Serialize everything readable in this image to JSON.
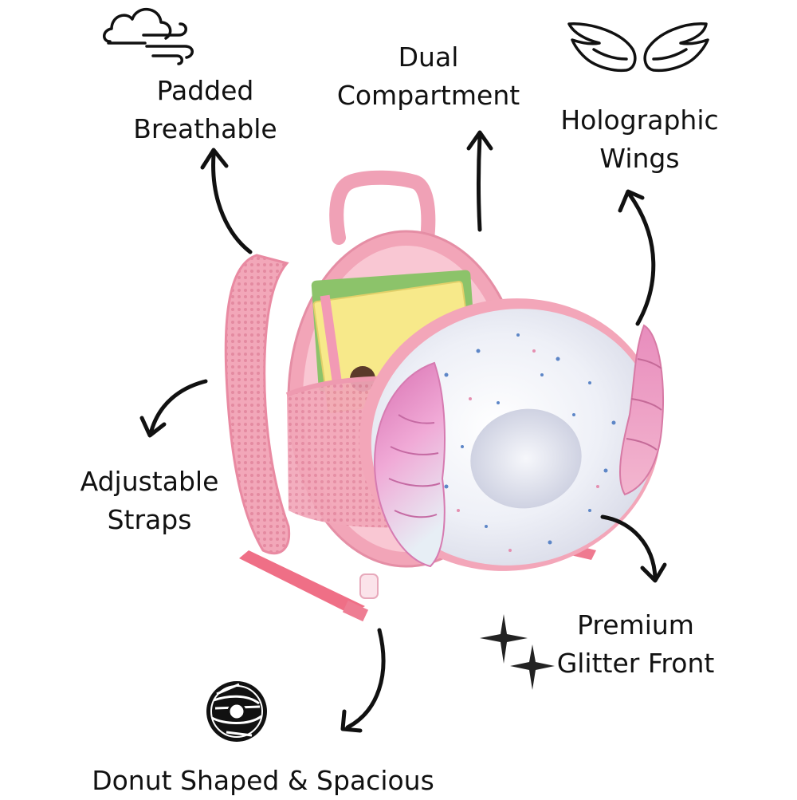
{
  "features": {
    "padded": {
      "line1": "Padded",
      "line2": "Breathable",
      "icon": "cloud-wind-icon"
    },
    "dual": {
      "line1": "Dual",
      "line2": "Compartment"
    },
    "wings": {
      "line1": "Holographic",
      "line2": "Wings",
      "icon": "wings-icon"
    },
    "straps": {
      "line1": "Adjustable",
      "line2": "Straps"
    },
    "glitter": {
      "line1": "Premium",
      "line2": "Glitter Front",
      "icon": "sparkle-icon"
    },
    "donut": {
      "line1": "Donut Shaped & Spacious",
      "icon": "donut-icon"
    }
  },
  "colors": {
    "bag_pink": "#f4a9bd",
    "strap_pink": "#ee8ca6",
    "glitter_white": "#eef0f6",
    "wing_pink": "#e98fc2",
    "notebook_yellow": "#f7e98a",
    "ink": "#111111"
  }
}
